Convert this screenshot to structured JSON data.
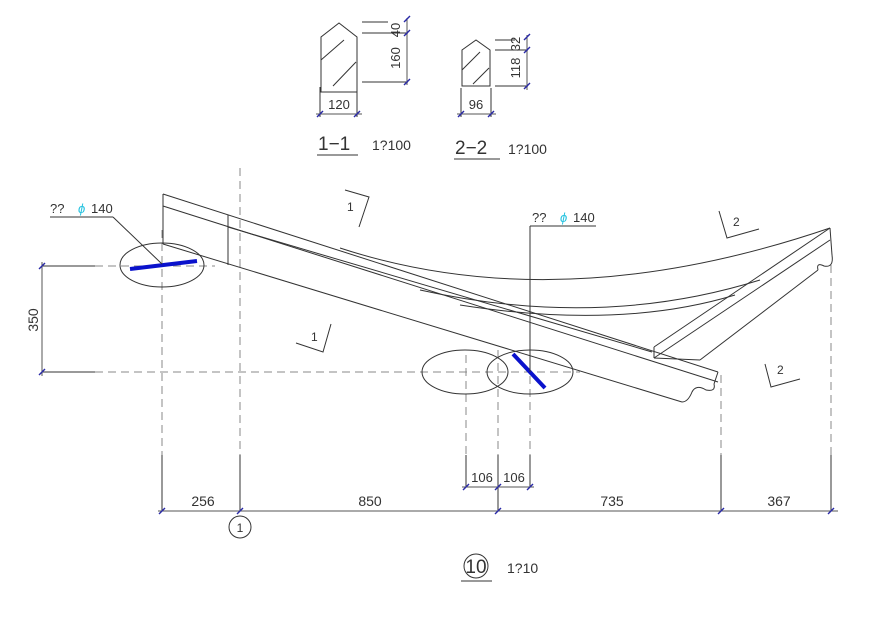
{
  "sections": [
    {
      "id": "1-1",
      "title": "1−1",
      "scale": "1?100",
      "width": "120",
      "top_height": "40",
      "body_height": "160"
    },
    {
      "id": "2-2",
      "title": "2−2",
      "scale": "1?100",
      "width": "96",
      "top_height": "32",
      "body_height": "118"
    }
  ],
  "callouts": [
    {
      "prefix": "??",
      "symbol": "ϕ",
      "value": "140"
    },
    {
      "prefix": "??",
      "symbol": "ϕ",
      "value": "140"
    }
  ],
  "section_marks": {
    "mark1_top": "1",
    "mark1_bottom": "1",
    "mark2_top": "2",
    "mark2_bottom": "2"
  },
  "vertical_dim": "350",
  "horizontal_dims": [
    "256",
    "850",
    "735",
    "367"
  ],
  "small_dims": [
    "106",
    "106"
  ],
  "axis_label": "1",
  "drawing": {
    "number": "10",
    "scale": "1?10"
  },
  "colors": {
    "line": "#333333",
    "dim_tick": "#2a2aa8",
    "member_highlight": "#0a12cc",
    "phi": "#27c3e0"
  }
}
